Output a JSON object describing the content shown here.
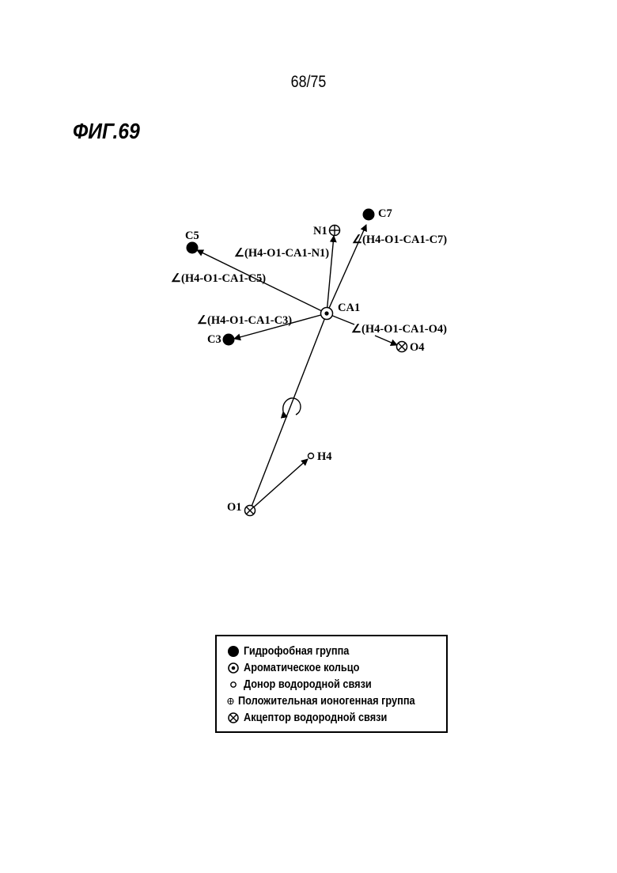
{
  "page_number": "68/75",
  "figure_title": "ФИГ.69",
  "diagram": {
    "atoms": {
      "CA1": "CA1",
      "C5": "C5",
      "C7": "C7",
      "N1": "N1",
      "C3": "C3",
      "O4": "O4",
      "H4": "H4",
      "O1": "O1"
    },
    "angles": {
      "n1": "∠(H4-O1-CA1-N1)",
      "c7": "∠(H4-O1-CA1-C7)",
      "c5": "∠(H4-O1-CA1-C5)",
      "c3": "∠(H4-O1-CA1-C3)",
      "o4": "∠(H4-O1-CA1-O4)"
    }
  },
  "legend": [
    {
      "icon": "filled-circle-icon",
      "label": "Гидрофобная группа"
    },
    {
      "icon": "dotted-circle-icon",
      "label": "Ароматическое кольцо"
    },
    {
      "icon": "small-open-circle-icon",
      "label": "Донор водородной связи"
    },
    {
      "icon": "circle-plus-icon",
      "label": "Положительная ионогенная группа"
    },
    {
      "icon": "circle-cross-icon",
      "label": "Акцептор водородной связи"
    }
  ]
}
